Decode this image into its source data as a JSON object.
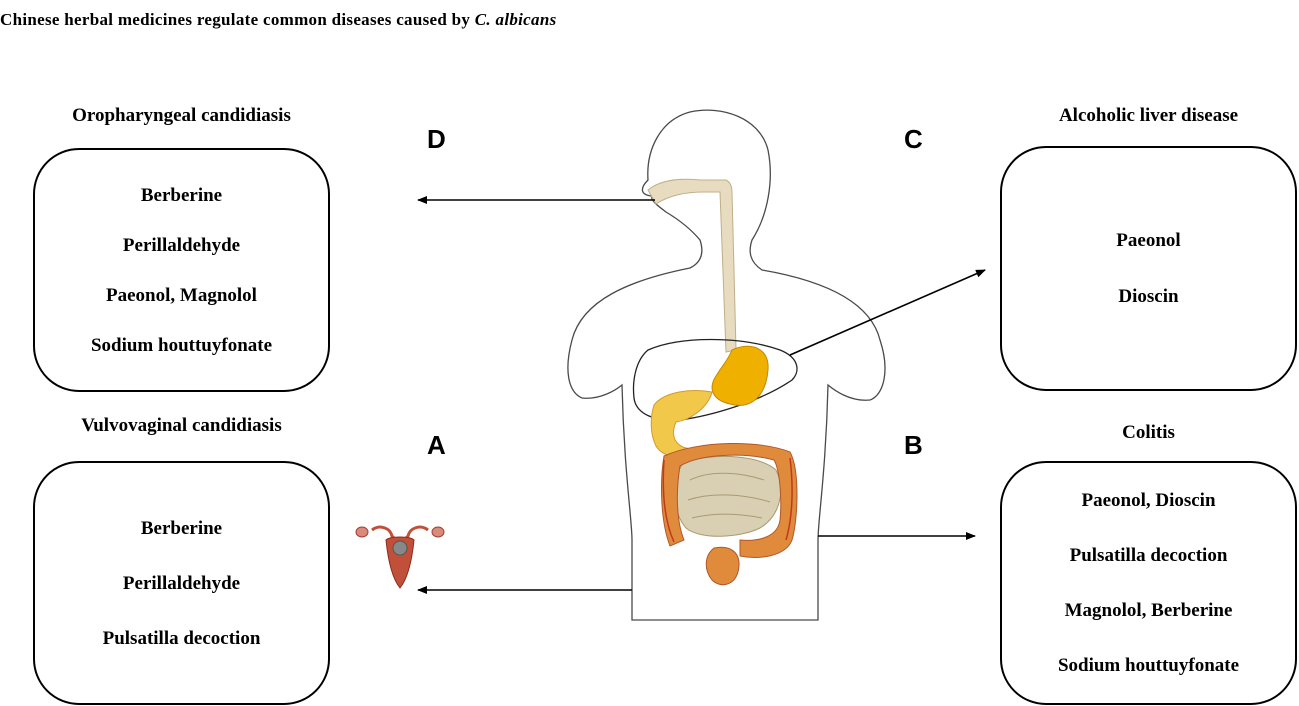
{
  "title": {
    "text": "Chinese herbal medicines regulate common diseases caused by ",
    "italic": "C. albicans"
  },
  "panels": {
    "D": {
      "letter": "D",
      "heading": "Oropharyngeal  candidiasis",
      "items": [
        "Berberine",
        "Perillaldehyde",
        "Paeonol, Magnolol",
        "Sodium  houttuyfonate"
      ]
    },
    "C": {
      "letter": "C",
      "heading": "Alcoholic liver disease",
      "items": [
        "Paeonol",
        "Dioscin"
      ]
    },
    "A": {
      "letter": "A",
      "heading": "Vulvovaginal candidiasis",
      "items": [
        "Berberine",
        "Perillaldehyde",
        "Pulsatilla  decoction"
      ]
    },
    "B": {
      "letter": "B",
      "heading": "Colitis",
      "items": [
        "Paeonol, Dioscin",
        "Pulsatilla  decoction",
        "Magnolol,  Berberine",
        "Sodium  houttuyfonate"
      ]
    }
  },
  "colors": {
    "outline": "#000000",
    "esophagus": "#e8dcc0",
    "stomach": "#f0b000",
    "intestine_large": "#e08a3c",
    "intestine_small": "#d9d0b4",
    "uterus": "#c0503a"
  }
}
